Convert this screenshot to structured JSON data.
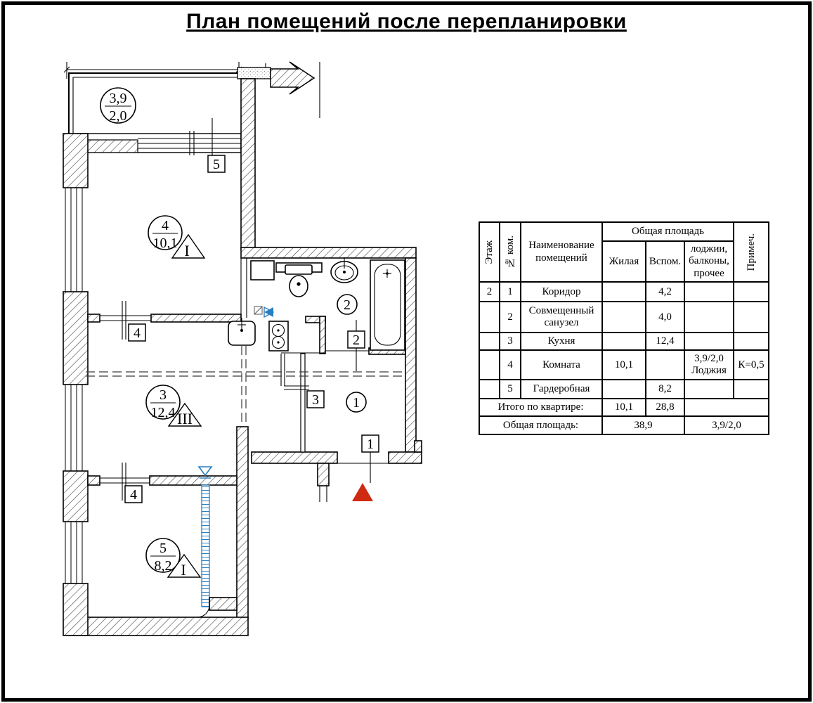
{
  "title": "План помещений после перепланировки",
  "colors": {
    "blue": "#2a7fc0",
    "red": "#cf2b12"
  },
  "plan": {
    "balcony": {
      "num": "3,9",
      "den": "2,0"
    },
    "room": {
      "num": "4",
      "den": "10,1",
      "tri": "I"
    },
    "kitchen": {
      "num": "3",
      "den": "12,4",
      "tri": "III"
    },
    "wardrobe": {
      "num": "5",
      "den": "8,2",
      "tri": "I"
    },
    "bath_circle": "2",
    "hall_circle": "1",
    "tags": {
      "window5": "5",
      "window4_top": "4",
      "window4_bottom": "4",
      "door3": "3",
      "door2": "2",
      "entry1": "1"
    }
  },
  "table": {
    "header": {
      "floor": "Этаж",
      "room_no": "№ ком.",
      "name": "Наименование\nпомещений",
      "total": "Общая площадь",
      "living": "Жилая",
      "aux": "Вспом.",
      "loggia": "лоджии,\nбалконы,\nпрочее",
      "note": "Примеч."
    },
    "rows": [
      {
        "floor": "2",
        "no": "1",
        "name": "Коридор",
        "living": "",
        "aux": "4,2",
        "loggia": "",
        "note": ""
      },
      {
        "floor": "",
        "no": "2",
        "name": "Совмещенный\nсанузел",
        "living": "",
        "aux": "4,0",
        "loggia": "",
        "note": ""
      },
      {
        "floor": "",
        "no": "3",
        "name": "Кухня",
        "living": "",
        "aux": "12,4",
        "loggia": "",
        "note": ""
      },
      {
        "floor": "",
        "no": "4",
        "name": "Комната",
        "living": "10,1",
        "aux": "",
        "loggia": "3,9/2,0\nЛоджия",
        "note": "К=0,5"
      },
      {
        "floor": "",
        "no": "5",
        "name": "Гардеробная",
        "living": "",
        "aux": "8,2",
        "loggia": "",
        "note": ""
      }
    ],
    "totals": {
      "label": "Итого по квартире:",
      "living": "10,1",
      "aux": "28,8"
    },
    "overall": {
      "label": "Общая площадь:",
      "value": "38,9",
      "loggia": "3,9/2,0"
    }
  }
}
